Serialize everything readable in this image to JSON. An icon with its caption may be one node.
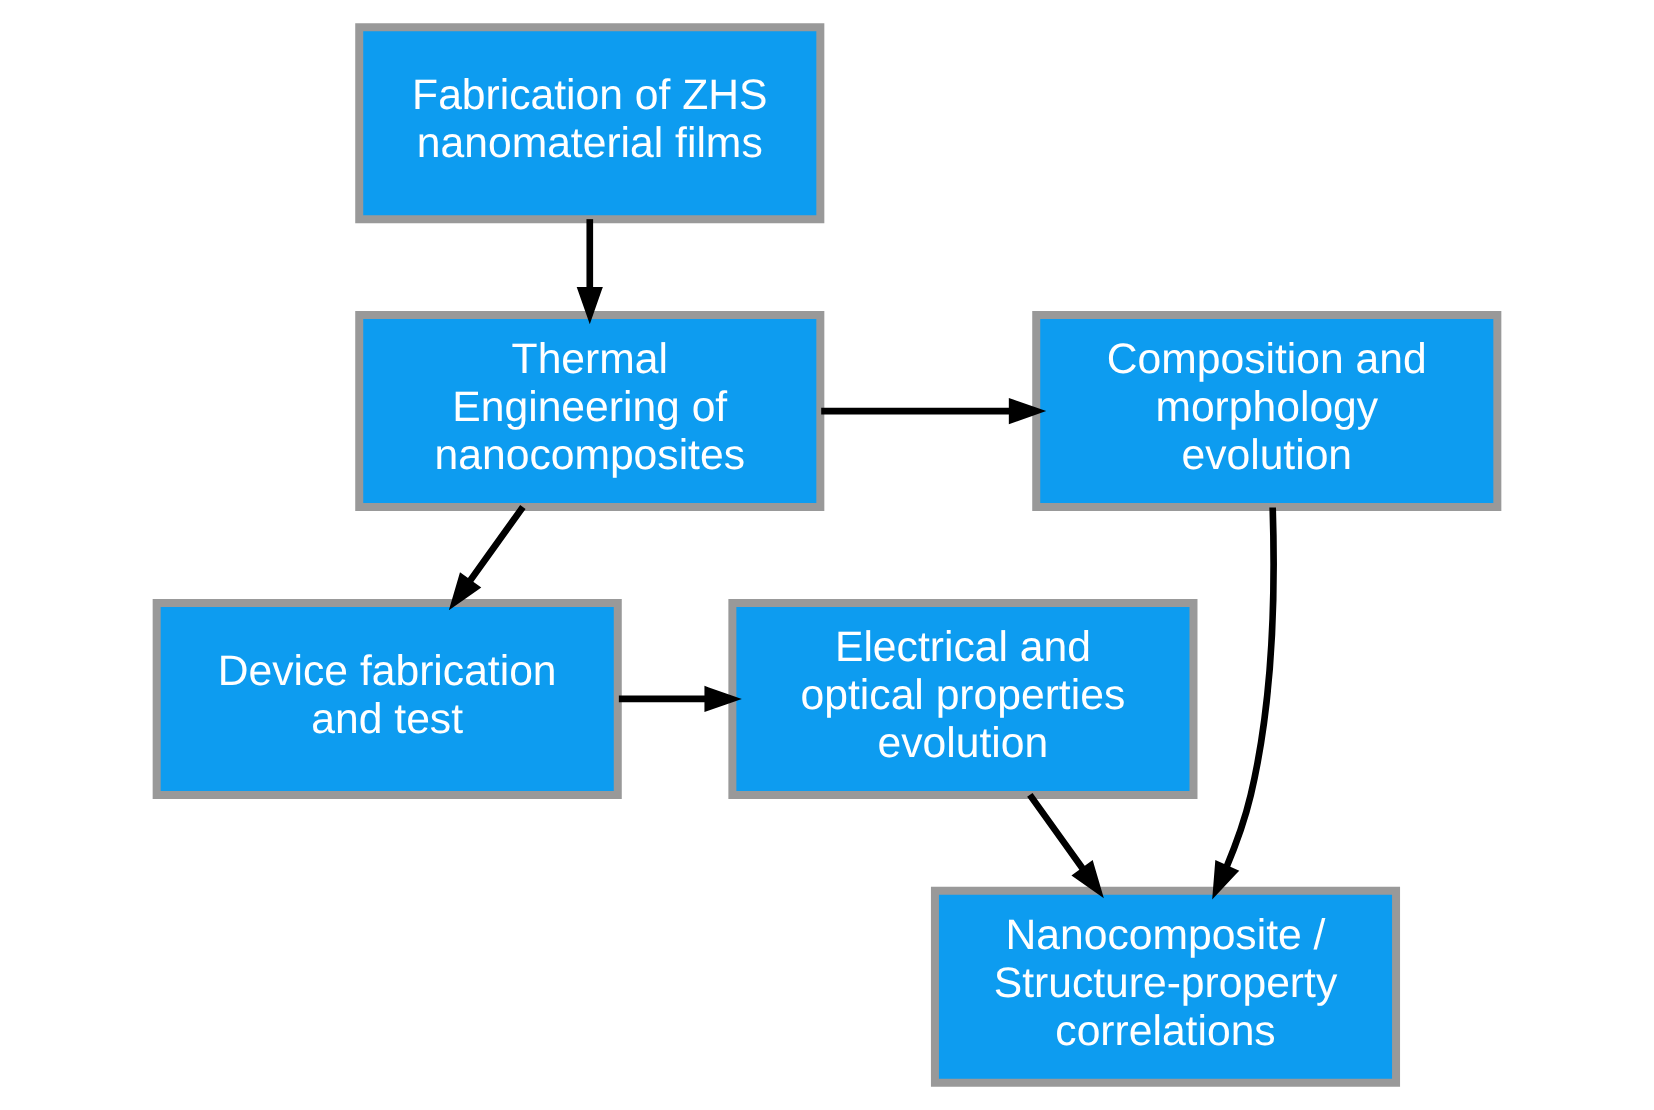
{
  "diagram": {
    "nodes": [
      {
        "text": [
          "Fabrication of ZHS nanomaterial films"
        ]
      },
      {
        "text": [
          "Thermal Engineering of nanocomposites"
        ]
      },
      {
        "text": [
          "Composition and morphology evolution"
        ]
      },
      {
        "text": [
          "Device fabrication and test"
        ]
      },
      {
        "text": [
          "Electrical and optical properties evolution"
        ]
      },
      {
        "text": [
          "Nanocomposite / Structure-property correlations"
        ]
      }
    ],
    "edges": [
      {
        "from": 0,
        "to": 1,
        "arrow": "to"
      },
      {
        "from": 1,
        "to": 2,
        "arrow": "to"
      },
      {
        "from": 1,
        "to": 3,
        "arrow": "to"
      },
      {
        "from": 3,
        "to": 4,
        "arrow": "to"
      },
      {
        "from": 2,
        "to": 5,
        "arrow": "to"
      },
      {
        "from": 4,
        "to": 5,
        "arrow": "to"
      }
    ]
  }
}
